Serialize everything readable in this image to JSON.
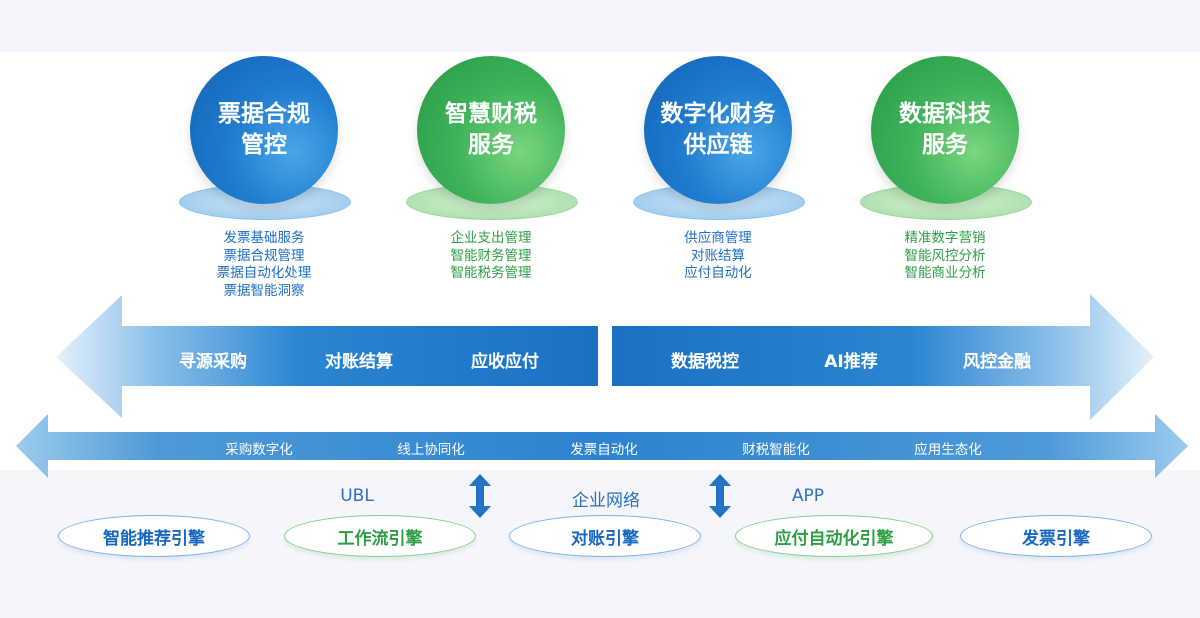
{
  "pillars": [
    {
      "title_line1": "票据合规",
      "title_line2": "管控",
      "color": "blue",
      "items": [
        "发票基础服务",
        "票据合规管理",
        "票据自动化处理",
        "票据智能洞察"
      ]
    },
    {
      "title_line1": "智慧财税",
      "title_line2": "服务",
      "color": "green",
      "items": [
        "企业支出管理",
        "智能财务管理",
        "智能税务管理"
      ]
    },
    {
      "title_line1": "数字化财务",
      "title_line2": "供应链",
      "color": "blue",
      "items": [
        "供应商管理",
        "对账结算",
        "应付自动化"
      ]
    },
    {
      "title_line1": "数据科技",
      "title_line2": "服务",
      "color": "green",
      "items": [
        "精准数字营销",
        "智能风控分析",
        "智能商业分析"
      ]
    }
  ],
  "left_arrow_labels": [
    "寻源采购",
    "对账结算",
    "应收应付"
  ],
  "right_arrow_labels": [
    "数据税控",
    "AI推荐",
    "风控金融"
  ],
  "bottom_arrow_labels": [
    "采购数字化",
    "线上协同化",
    "发票自动化",
    "财税智能化",
    "应用生态化"
  ],
  "protocols": [
    "UBL",
    "企业网络",
    "APP"
  ],
  "engines": [
    {
      "label": "智能推荐引擎",
      "color": "blue"
    },
    {
      "label": "工作流引擎",
      "color": "green"
    },
    {
      "label": "对账引擎",
      "color": "blue"
    },
    {
      "label": "应付自动化引擎",
      "color": "green"
    },
    {
      "label": "发票引擎",
      "color": "blue"
    }
  ],
  "colors": {
    "primary_blue": "#1f7ccf",
    "primary_green": "#3fb35a",
    "light_blue": "#cfe6f8",
    "bg": "#f4f6fb"
  }
}
